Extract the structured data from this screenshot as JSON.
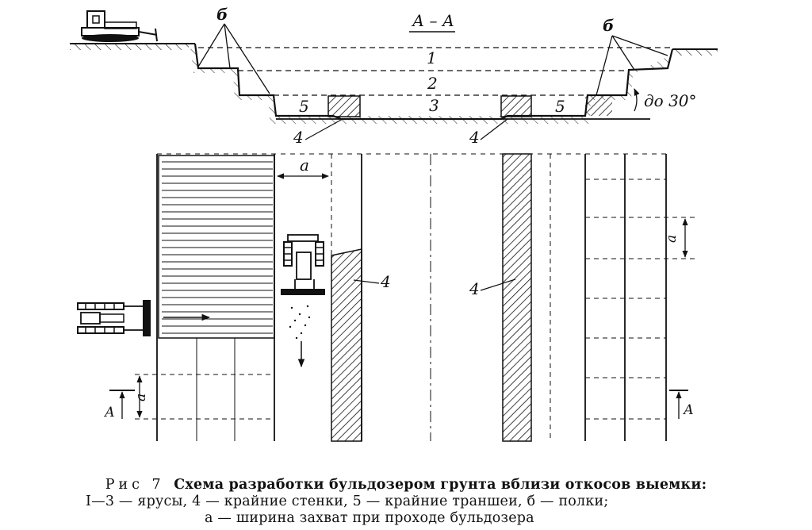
{
  "section_title": "А – А",
  "labels": {
    "tier1": "1",
    "tier2": "2",
    "tier3": "3",
    "trench_left": "5",
    "trench_right": "5",
    "shelf_left": "б",
    "shelf_right": "б",
    "angle": "до 30°",
    "wall_section_left": "4",
    "wall_section_right": "4",
    "wall_plan_left": "4",
    "wall_plan_right": "4",
    "width_a_top": "а",
    "width_a_left": "а",
    "width_a_right": "а",
    "section_mark_left": "А",
    "section_mark_right": "А"
  },
  "caption": {
    "fig_prefix": "Рис 7",
    "title": "Схема разработки бульдозером грунта вблизи откосов выемки:",
    "line2": "I—3 — ярусы, 4 — крайние стенки, 5 — крайние траншеи, б — полки;",
    "line3": "а — ширина захват при проходе бульдозера"
  }
}
